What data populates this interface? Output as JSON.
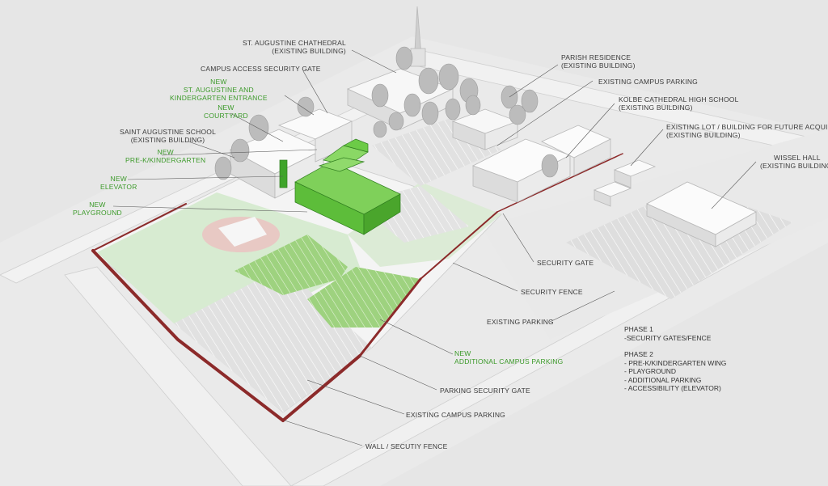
{
  "colors": {
    "background": "#e6e6e6",
    "new_green": "#5dbd3a",
    "new_label": "#3c9a2a",
    "light_green_field": "#d7ebd1",
    "parking_green": "#9ed27f",
    "wall_red": "#8c2a2a",
    "label_dark": "#3a3a3a"
  },
  "labels": {
    "cathedral": {
      "line1": "ST. AUGUSTINE CHATHEDRAL",
      "line2": "(EXISTING BUILDING)"
    },
    "security_gate_campus": {
      "line1": "CAMPUS ACCESS SECURITY GATE"
    },
    "entrance": {
      "line1": "NEW",
      "line2": "ST. AUGUSTINE AND",
      "line3": "KINDERGARTEN ENTRANCE"
    },
    "courtyard": {
      "line1": "NEW",
      "line2": "COURTYARD"
    },
    "school": {
      "line1": "SAINT AUGUSTINE SCHOOL",
      "line2": "(EXISTING BUILDING)"
    },
    "prek": {
      "line1": "NEW",
      "line2": "PRE-K/KINDERGARTEN"
    },
    "elevator": {
      "line1": "NEW",
      "line2": "ELEVATOR"
    },
    "playground": {
      "line1": "NEW",
      "line2": "PLAYGROUND"
    },
    "parish": {
      "line1": "PARISH RESIDENCE",
      "line2": "(EXISTING  BUILDING)"
    },
    "campus_parking_top": {
      "line1": "EXISTING CAMPUS PARKING"
    },
    "kolbe": {
      "line1": "KOLBE CATHEDRAL HIGH SCHOOL",
      "line2": "(EXISTING  BUILDING)"
    },
    "future_lot": {
      "line1": "EXISTING LOT / BUILDING FOR FUTURE ACQUISITION",
      "line2": "(EXISTING  BUILDING)"
    },
    "wissel": {
      "line1": "WISSEL HALL",
      "line2": "(EXISTING  BUILDING)"
    },
    "security_gate": {
      "line1": "SECURITY GATE"
    },
    "security_fence": {
      "line1": "SECURITY FENCE"
    },
    "existing_parking": {
      "line1": "EXISTING PARKING"
    },
    "additional_parking": {
      "line1": "NEW",
      "line2": "ADDITIONAL CAMPUS PARKING"
    },
    "parking_gate": {
      "line1": "PARKING SECURITY GATE"
    },
    "campus_parking_bottom": {
      "line1": "EXISTING CAMPUS PARKING"
    },
    "wall": {
      "line1": "WALL / SECUTIY FENCE"
    }
  },
  "legend": {
    "phase1_title": "PHASE 1",
    "phase1_items": [
      "-SECURITY GATES/FENCE"
    ],
    "phase2_title": "PHASE 2",
    "phase2_items": [
      "- PRE-K/KINDERGARTEN WING",
      "- PLAYGROUND",
      "- ADDITIONAL PARKING",
      "- ACCESSIBILITY (ELEVATOR)"
    ]
  }
}
